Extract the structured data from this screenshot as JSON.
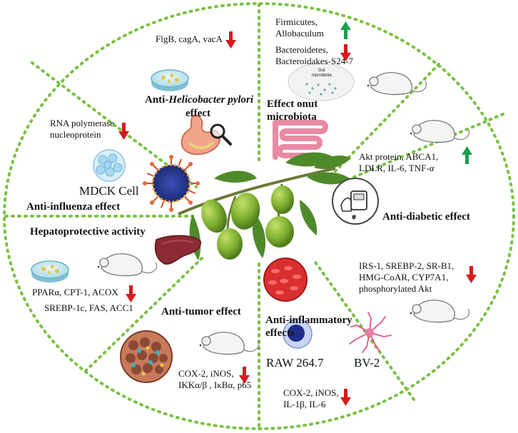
{
  "sections": {
    "anti_helicobacter": {
      "markers": "FlgB, cagA, vacA",
      "arrow": "down",
      "title_prefix": "Anti-",
      "title_italic": "Helicobacter pylori",
      "title_suffix": "effect"
    },
    "gut_microbiota": {
      "markers_up": "Firmicutes,\nAllobaculum",
      "markers_down": "Bacteroidetes,\nBacteroidakes-S24-7",
      "inset_label": "Gut\nmicrobiota",
      "title": "Effect onut\nmicrobiota"
    },
    "anti_influenza": {
      "markers": "RNA polymerase\nnucleoprotein",
      "arrow": "down",
      "cell_label": "MDCK Cell",
      "title": "Anti-influenza effect"
    },
    "anti_diabetic": {
      "markers_up": "Akt protein, ABCA1,\nLDLR, IL-6, TNF-",
      "markers_up_tail": "α",
      "markers_down": "IRS-1, SREBP-2, SR-B1,\nHMG-CoAR, CYP7A1,\nphosphorylated Akt",
      "title": "Anti-diabetic effect"
    },
    "hepatoprotective": {
      "title": "Hepatoprotective activity",
      "markers_line1": "PPARα, CPT-1, ACOX",
      "markers_line2": "SREBP-1c, FAS, ACC1",
      "arrow": "down"
    },
    "anti_tumor": {
      "title": "Anti-tumor effect",
      "markers": "COX-2,  iNOS,\nIKKα/β , IκBα, p65",
      "arrow": "down"
    },
    "anti_inflammatory": {
      "title": "Anti-inflammatory\neffects",
      "cell1": "RAW 264.7",
      "cell2": "BV-2",
      "markers": "COX-2, iNOS,\nIL-1β, IL-6",
      "arrow": "down"
    }
  },
  "colors": {
    "divider": "#7ac143",
    "arrow_down": "#d7191c",
    "arrow_up": "#1a9e4a",
    "olive": "#7fb032",
    "leaf": "#4f8a2a"
  }
}
